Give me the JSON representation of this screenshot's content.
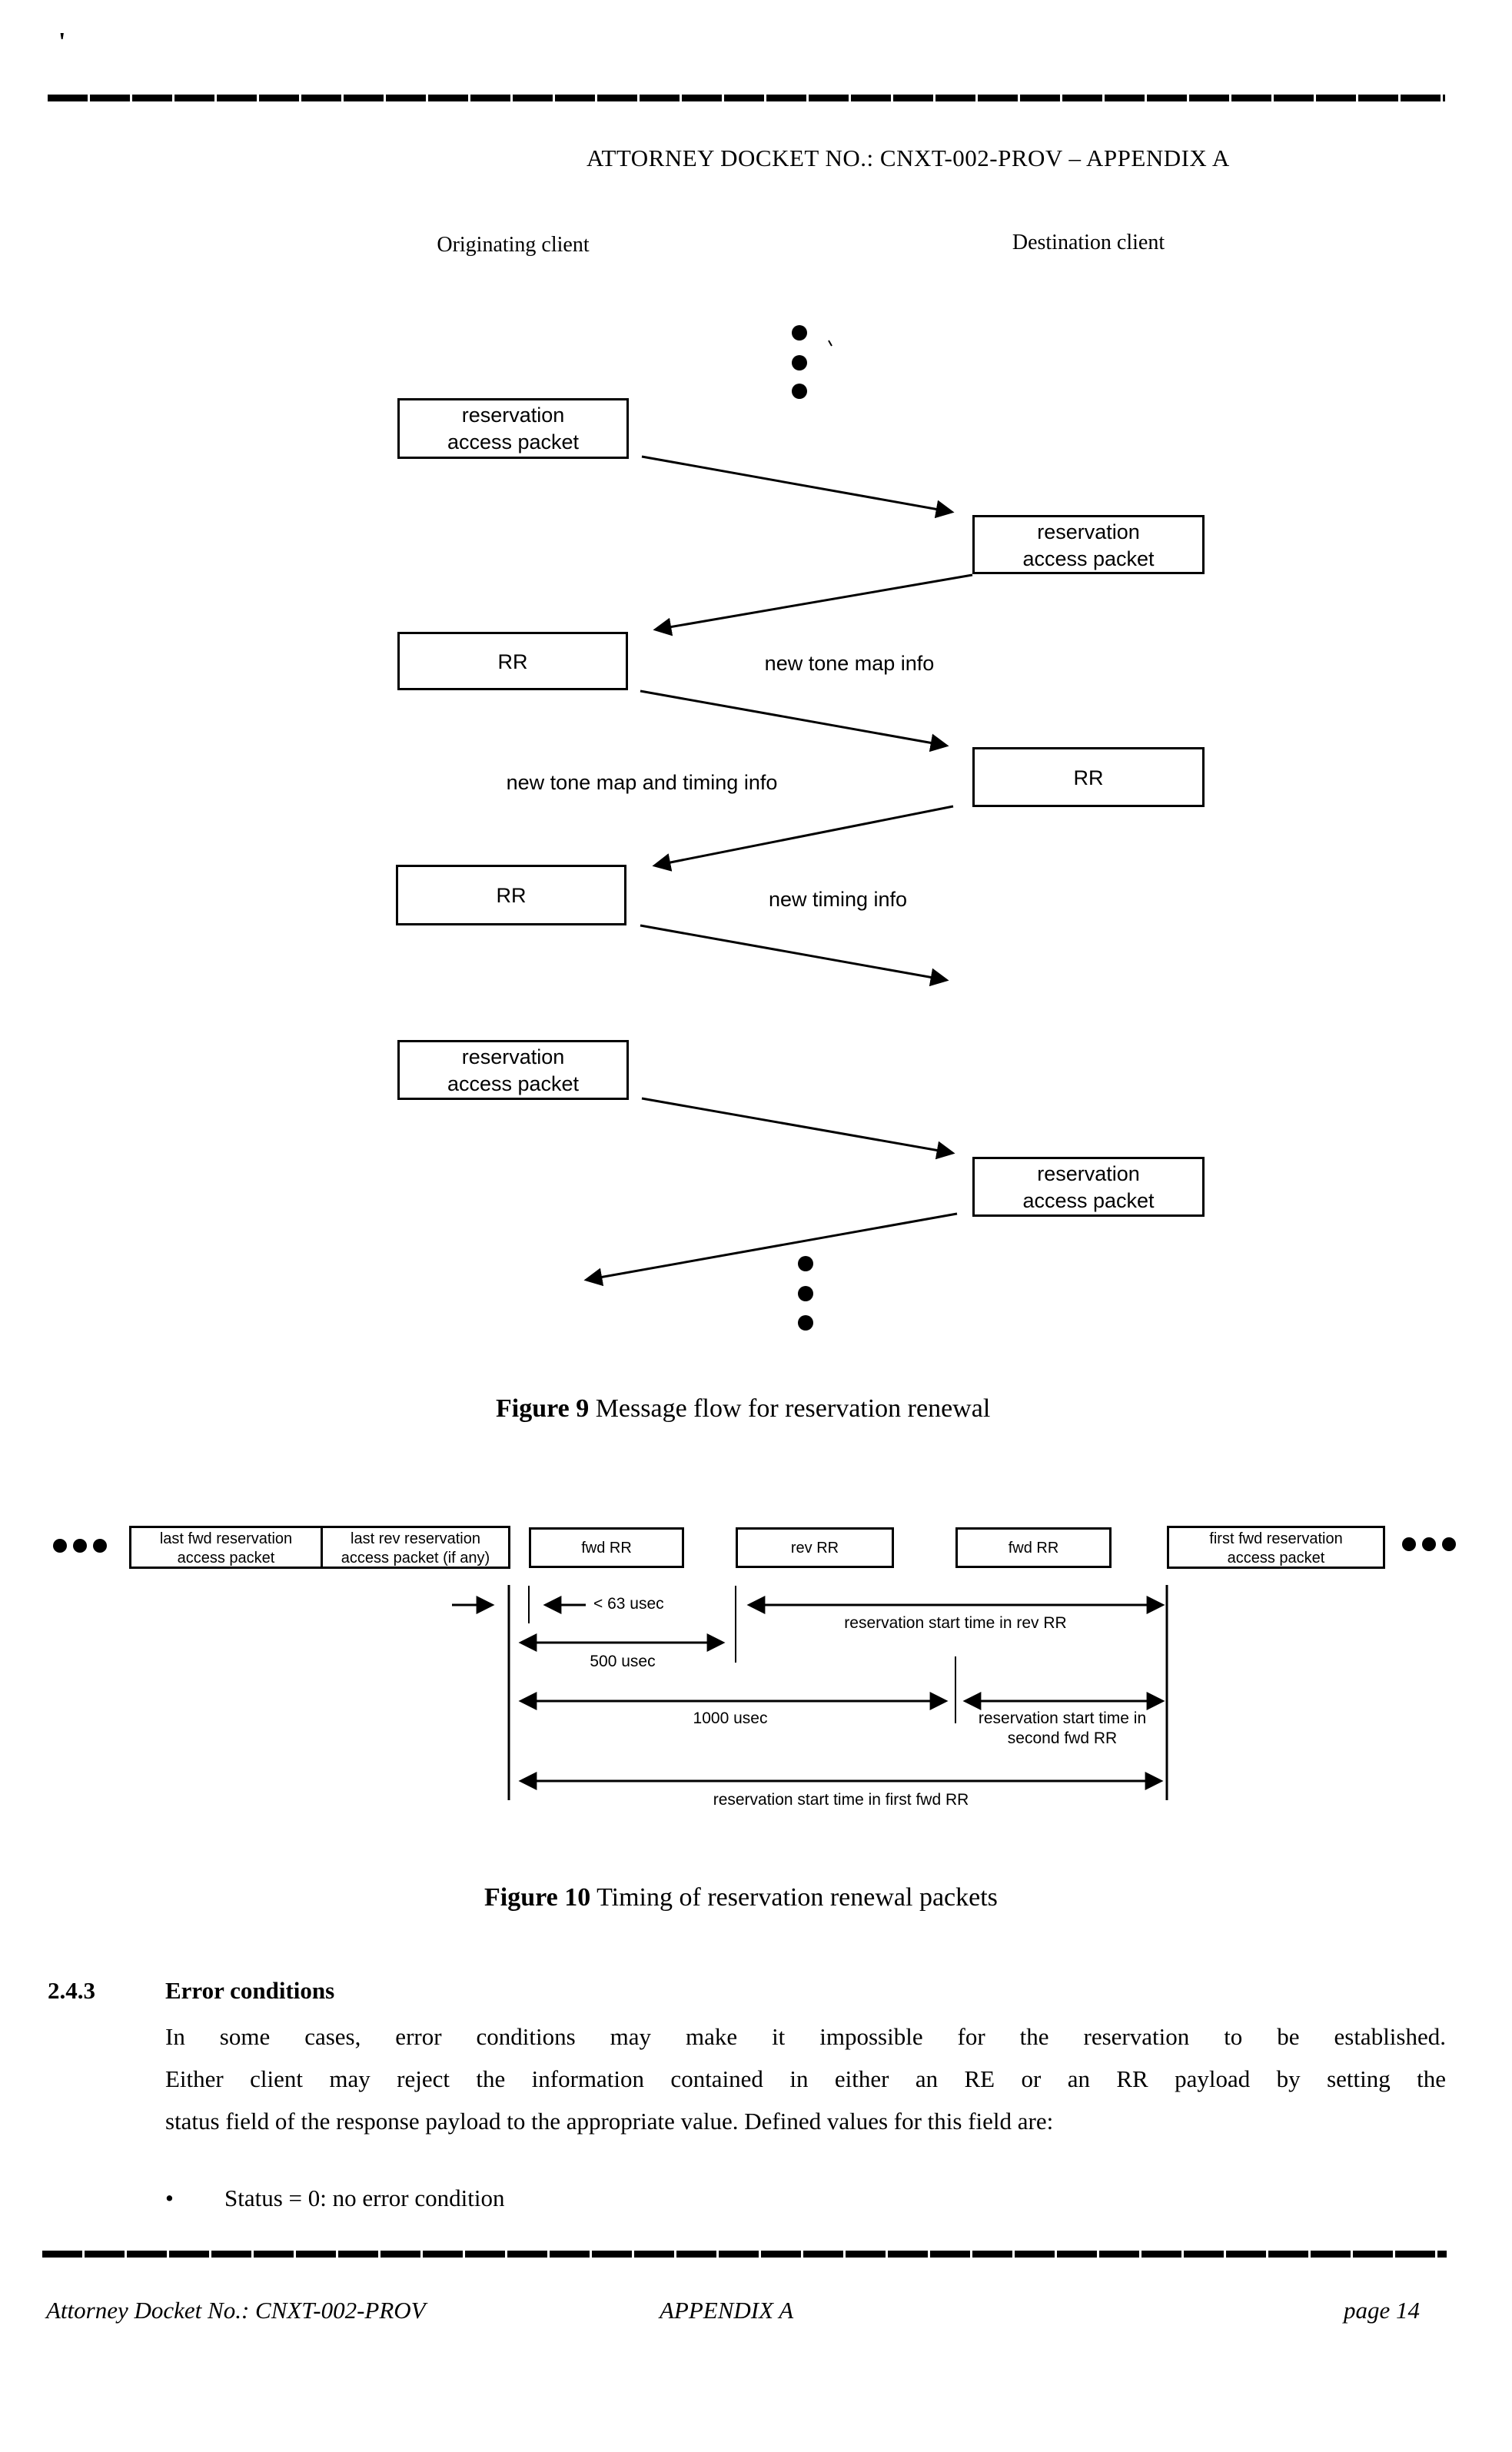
{
  "page": {
    "stray_mark": "'",
    "header": "ATTORNEY DOCKET NO.: CNXT-002-PROV – APPENDIX A"
  },
  "figure9": {
    "originating_label": "Originating client",
    "destination_label": "Destination client",
    "boxes": [
      {
        "lines": [
          "reservation",
          "access packet"
        ]
      },
      {
        "lines": [
          "reservation",
          "access packet"
        ]
      },
      {
        "lines": [
          "RR"
        ]
      },
      {
        "lines": [
          "RR"
        ]
      },
      {
        "lines": [
          "RR"
        ]
      },
      {
        "lines": [
          "reservation",
          "access packet"
        ]
      },
      {
        "lines": [
          "reservation",
          "access packet"
        ]
      }
    ],
    "arrow_labels": {
      "new_tone_map": "new tone map info",
      "new_tone_map_timing": "new tone map and timing info",
      "new_timing": "new timing info"
    },
    "caption": {
      "bold": "Figure 9",
      "text": " Message flow for reservation renewal"
    }
  },
  "figure10": {
    "boxes": [
      {
        "lines": [
          "last fwd reservation",
          "access packet"
        ]
      },
      {
        "lines": [
          "last rev reservation",
          "access packet (if any)"
        ]
      },
      {
        "lines": [
          "fwd RR"
        ]
      },
      {
        "lines": [
          "rev RR"
        ]
      },
      {
        "lines": [
          "fwd RR"
        ]
      },
      {
        "lines": [
          "first fwd reservation",
          "access packet"
        ]
      }
    ],
    "labels": {
      "under_63": "< 63 usec",
      "usec_500": "500 usec",
      "usec_1000": "1000 usec",
      "rev_rr_start": "reservation start time in rev RR",
      "second_fwd_line1": "reservation start time in",
      "second_fwd_line2": "second fwd RR",
      "first_fwd_start": "reservation start time in first fwd RR"
    },
    "caption": {
      "bold": "Figure 10",
      "text": " Timing of reservation renewal packets"
    }
  },
  "section": {
    "number": "2.4.3",
    "heading": "Error conditions",
    "paragraph_lines": [
      "In some cases, error conditions may make it impossible for the reservation to be established.",
      "Either client may reject the information contained in either an RE or an RR payload by setting the",
      "status field of the response payload to the appropriate value.  Defined values for this field are:"
    ],
    "bullet_marker": "•",
    "bullet": "Status = 0: no error condition"
  },
  "footer": {
    "left": "Attorney Docket No.: CNXT-002-PROV",
    "center": "APPENDIX A",
    "right": "page 14"
  }
}
